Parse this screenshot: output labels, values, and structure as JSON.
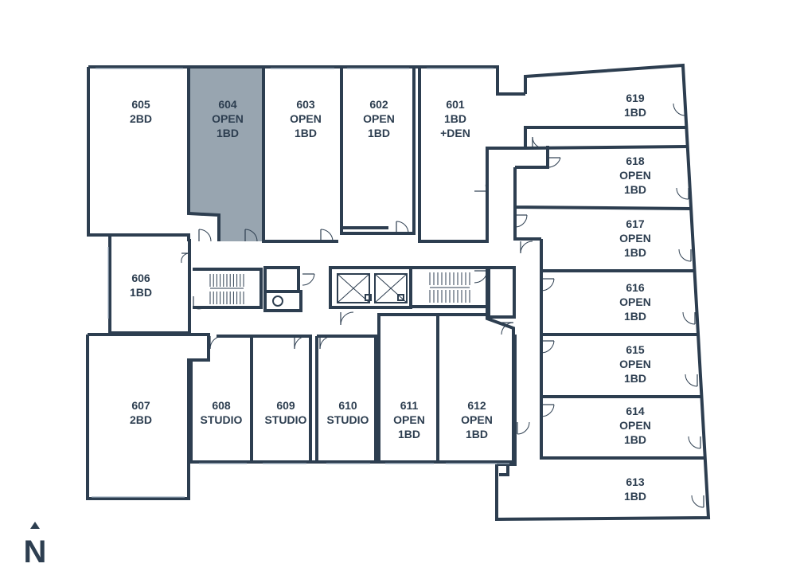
{
  "colors": {
    "wall": "#2d3e50",
    "highlight_fill": "#98a5b0",
    "background": "#ffffff"
  },
  "highlighted_unit": "604",
  "units": [
    {
      "id": "605",
      "lines": [
        "605",
        "2BD"
      ]
    },
    {
      "id": "604",
      "lines": [
        "604",
        "OPEN",
        "1BD"
      ]
    },
    {
      "id": "603",
      "lines": [
        "603",
        "OPEN",
        "1BD"
      ]
    },
    {
      "id": "602",
      "lines": [
        "602",
        "OPEN",
        "1BD"
      ]
    },
    {
      "id": "601",
      "lines": [
        "601",
        "1BD",
        "+DEN"
      ]
    },
    {
      "id": "619",
      "lines": [
        "619",
        "1BD"
      ]
    },
    {
      "id": "618",
      "lines": [
        "618",
        "OPEN",
        "1BD"
      ]
    },
    {
      "id": "617",
      "lines": [
        "617",
        "OPEN",
        "1BD"
      ]
    },
    {
      "id": "616",
      "lines": [
        "616",
        "OPEN",
        "1BD"
      ]
    },
    {
      "id": "615",
      "lines": [
        "615",
        "OPEN",
        "1BD"
      ]
    },
    {
      "id": "614",
      "lines": [
        "614",
        "OPEN",
        "1BD"
      ]
    },
    {
      "id": "613",
      "lines": [
        "613",
        "1BD"
      ]
    },
    {
      "id": "606",
      "lines": [
        "606",
        "1BD"
      ]
    },
    {
      "id": "607",
      "lines": [
        "607",
        "2BD"
      ]
    },
    {
      "id": "608",
      "lines": [
        "608",
        "STUDIO"
      ]
    },
    {
      "id": "609",
      "lines": [
        "609",
        "STUDIO"
      ]
    },
    {
      "id": "610",
      "lines": [
        "610",
        "STUDIO"
      ]
    },
    {
      "id": "611",
      "lines": [
        "611",
        "OPEN",
        "1BD"
      ]
    },
    {
      "id": "612",
      "lines": [
        "612",
        "OPEN",
        "1BD"
      ]
    }
  ],
  "compass": {
    "letter": "N",
    "icon": "north-arrow-icon"
  }
}
